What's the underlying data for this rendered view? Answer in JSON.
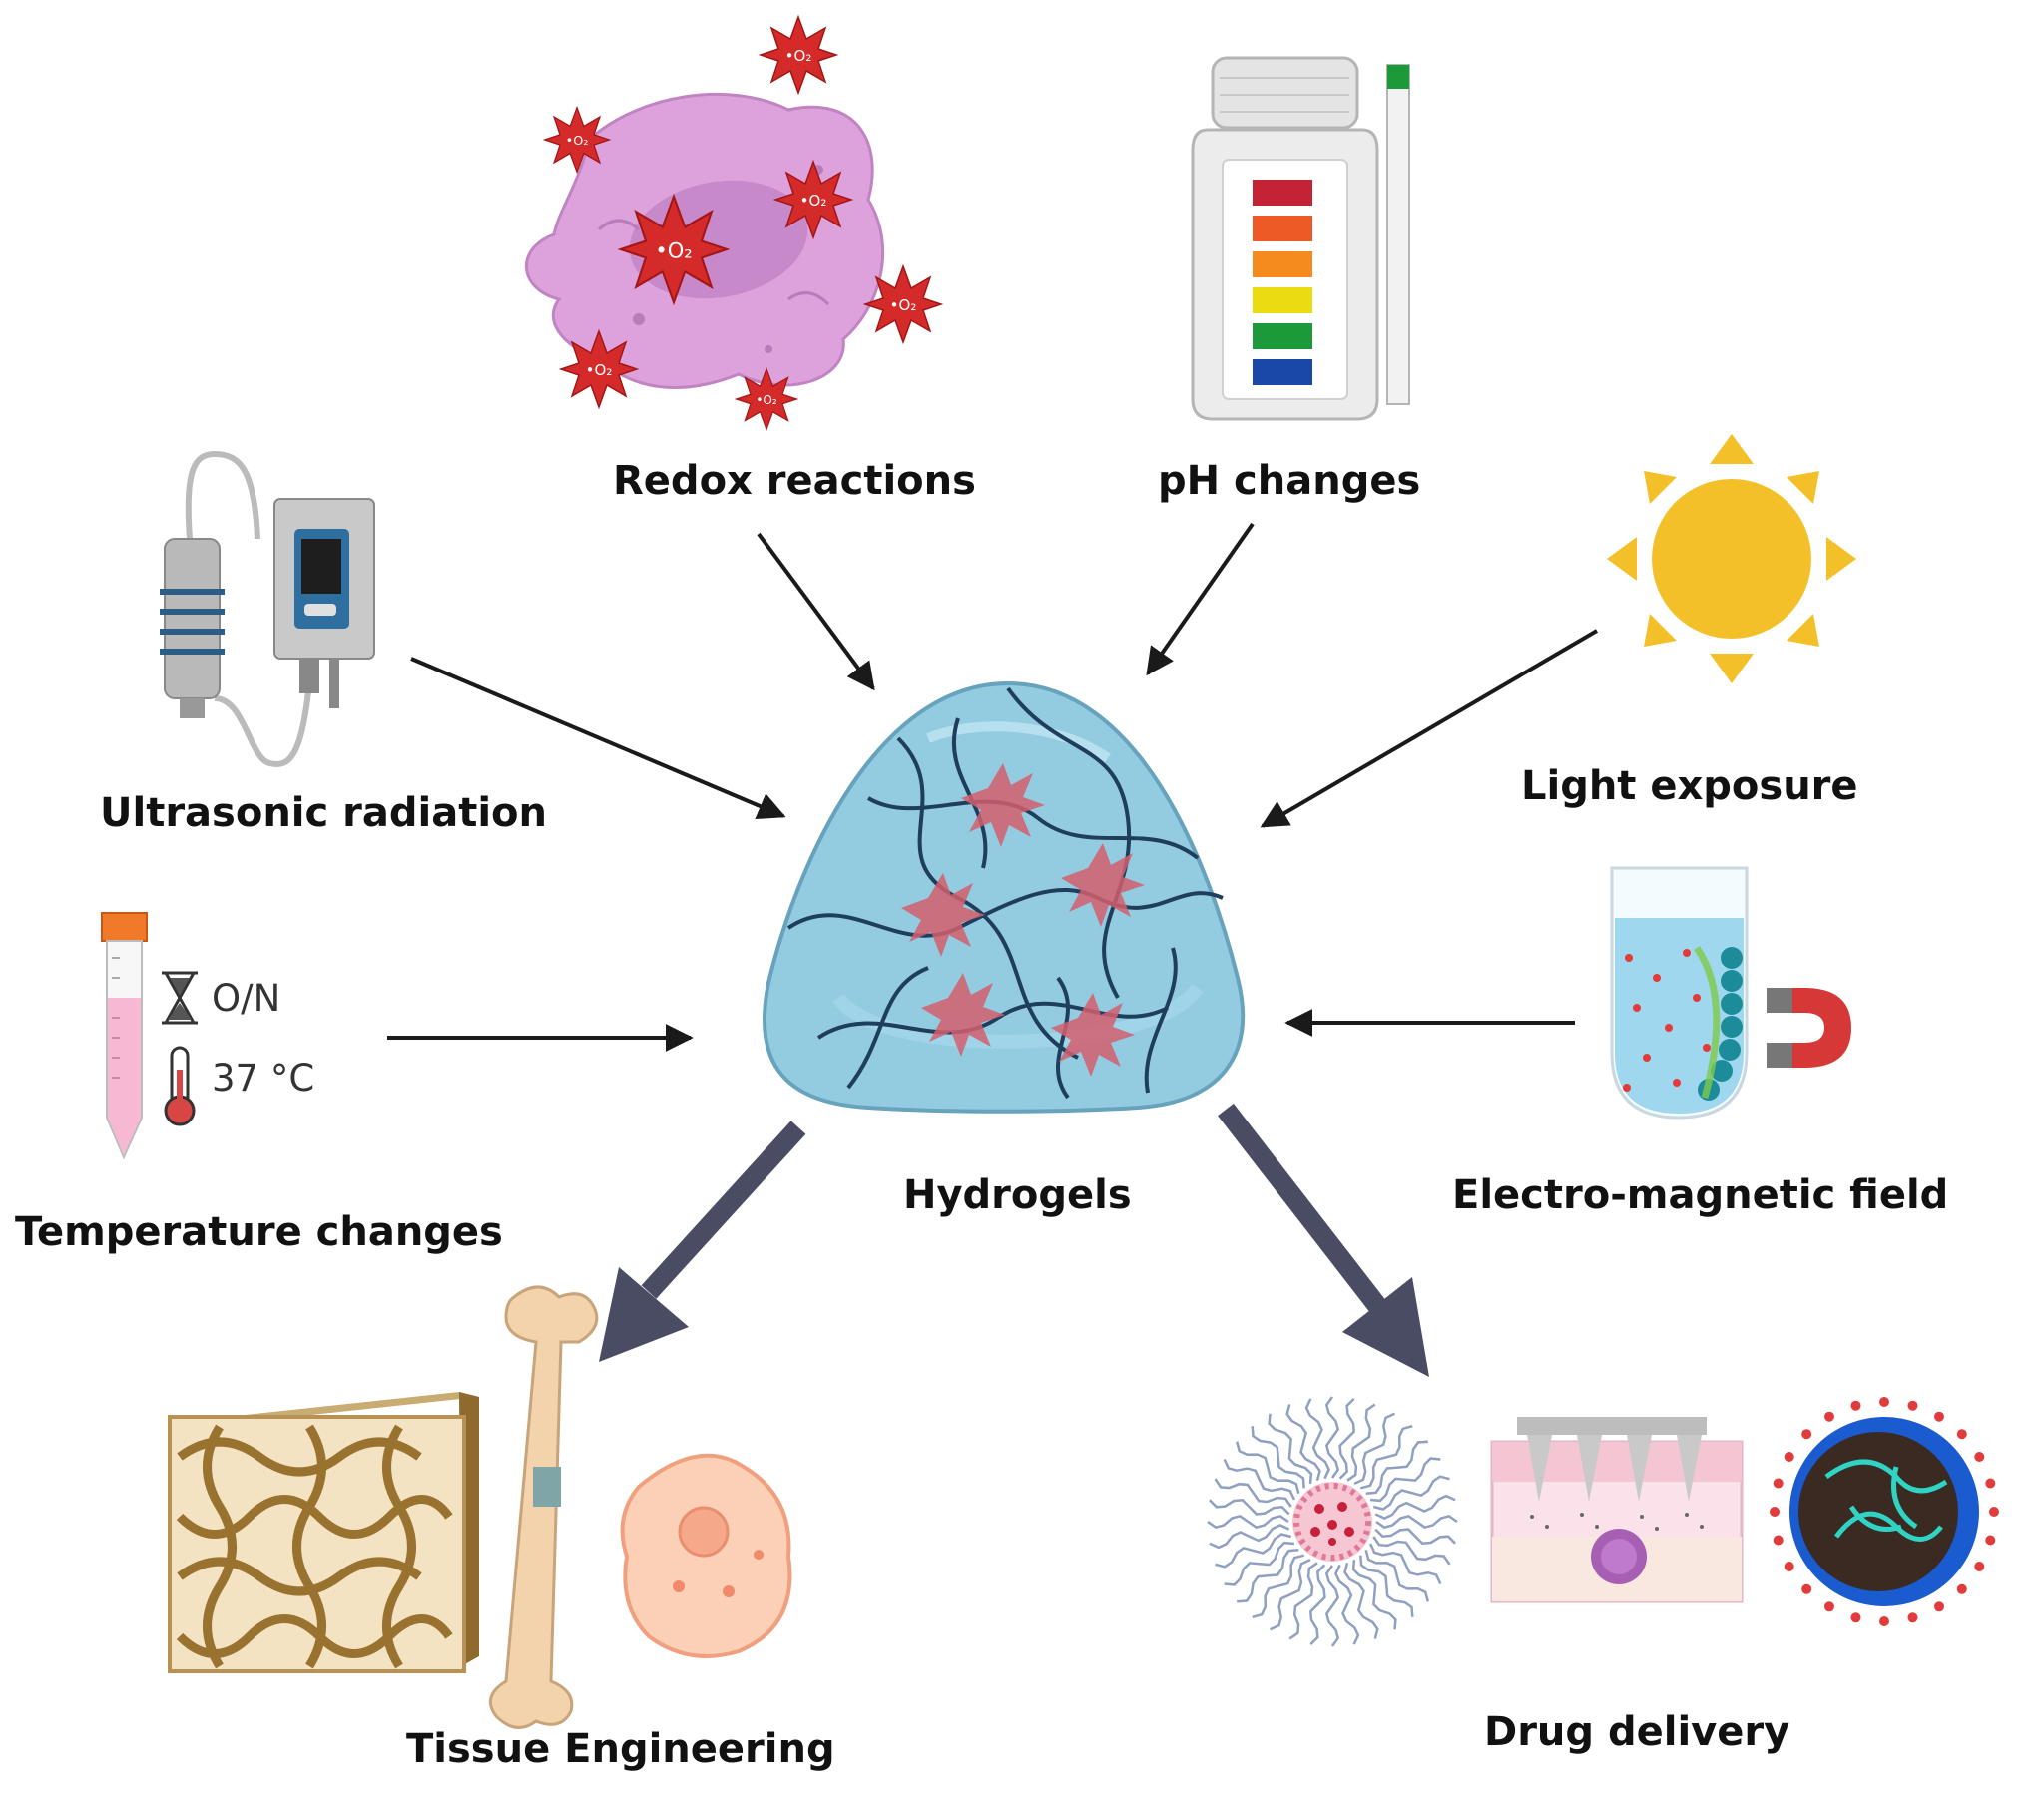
{
  "labels": {
    "redox": "Redox reactions",
    "ph": "pH changes",
    "ultrasonic": "Ultrasonic radiation",
    "light": "Light exposure",
    "temperature": "Temperature changes",
    "em_field": "Electro-magnetic field",
    "hydrogels": "Hydrogels",
    "tissue": "Tissue Engineering",
    "drug": "Drug delivery"
  },
  "incubation": {
    "time": "O/N",
    "temp": "37 °C"
  },
  "radical_label": "•O₂",
  "icons": {
    "redox": "cell-with-superoxide-radicals",
    "ph": "ph-test-strip-bottle",
    "ultrasonic": "ultrasound-device",
    "light": "sun",
    "temperature": "centrifuge-tube",
    "em_field": "test-tube-with-magnet",
    "center": "hydrogel-network",
    "tissue": [
      "bone-scaffold",
      "long-bone",
      "cell"
    ],
    "drug": [
      "micelle",
      "microneedle-patch",
      "nanoparticle"
    ]
  },
  "colors": {
    "arrow": "#1a1a1a",
    "output_arrow": "#4a4c63",
    "hydrogel": "#8ec9df",
    "radical": "#d42a2a",
    "cell": "#dda2dc",
    "sun": "#f4c02a"
  },
  "ph_strip_colors": [
    "#c42235",
    "#ee5a25",
    "#f58a1f",
    "#eadc10",
    "#1c9a3a",
    "#1849a8"
  ]
}
